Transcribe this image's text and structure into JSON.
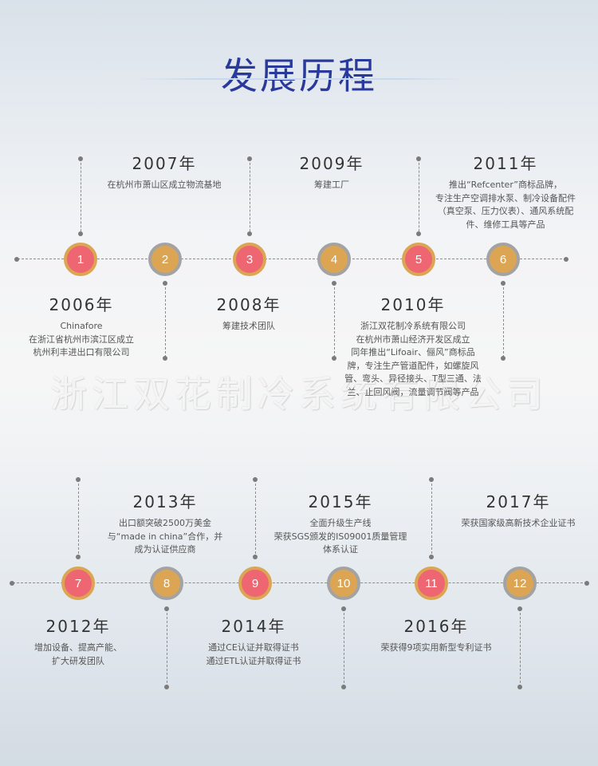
{
  "header": {
    "title": "发展历程"
  },
  "watermark": "浙江双花制冷系统有限公司",
  "colors": {
    "title": "#2a3a9c",
    "node_red": "#ee6671",
    "node_gold": "#dba554",
    "ring_gold": "#dba554",
    "ring_gray": "#a3a3a3",
    "connector": "#8c8c8c"
  },
  "timeline_top": {
    "nodes": [
      {
        "number": "1",
        "style": "red"
      },
      {
        "number": "2",
        "style": "gold"
      },
      {
        "number": "3",
        "style": "red"
      },
      {
        "number": "4",
        "style": "gold"
      },
      {
        "number": "5",
        "style": "red"
      },
      {
        "number": "6",
        "style": "gold"
      }
    ],
    "events": [
      {
        "year": "2006年",
        "desc": "Chinafore\n在浙江省杭州市滨江区成立\n杭州利丰进出口有限公司",
        "position": "below"
      },
      {
        "year": "2007年",
        "desc": "在杭州市萧山区成立物流基地",
        "position": "above"
      },
      {
        "year": "2008年",
        "desc": "筹建技术团队",
        "position": "below"
      },
      {
        "year": "2009年",
        "desc": "筹建工厂",
        "position": "above"
      },
      {
        "year": "2010年",
        "desc": "浙江双花制冷系统有限公司\n在杭州市萧山经济开发区成立\n同年推出“Lifoair、俪风”商标品\n牌，专注生产管道配件，如螺旋风\n管、弯头、异径接头、T型三通、法\n兰、止回风阀，流量调节阀等产品",
        "position": "below"
      },
      {
        "year": "2011年",
        "desc": "推出“Refcenter”商标品牌，\n专注生产空调排水泵、制冷设备配件\n（真空泵、压力仪表）、通风系统配\n件、维修工具等产品",
        "position": "above"
      }
    ]
  },
  "timeline_bottom": {
    "nodes": [
      {
        "number": "7",
        "style": "red"
      },
      {
        "number": "8",
        "style": "gold"
      },
      {
        "number": "9",
        "style": "red"
      },
      {
        "number": "10",
        "style": "gold"
      },
      {
        "number": "11",
        "style": "red"
      },
      {
        "number": "12",
        "style": "gold"
      }
    ],
    "events": [
      {
        "year": "2012年",
        "desc": "增加设备、提高产能、\n扩大研发团队",
        "position": "below"
      },
      {
        "year": "2013年",
        "desc": "出口额突破2500万美金\n与“made in china”合作，并\n成为认证供应商",
        "position": "above"
      },
      {
        "year": "2014年",
        "desc": "通过CE认证并取得证书\n通过ETL认证并取得证书",
        "position": "below"
      },
      {
        "year": "2015年",
        "desc": "全面升级生产线\n荣获SGS颁发的IS09001质量管理\n体系认证",
        "position": "above"
      },
      {
        "year": "2016年",
        "desc": "荣获得9项实用新型专利证书",
        "position": "below"
      },
      {
        "year": "2017年",
        "desc": "荣获国家级高新技术企业证书",
        "position": "above"
      }
    ]
  }
}
